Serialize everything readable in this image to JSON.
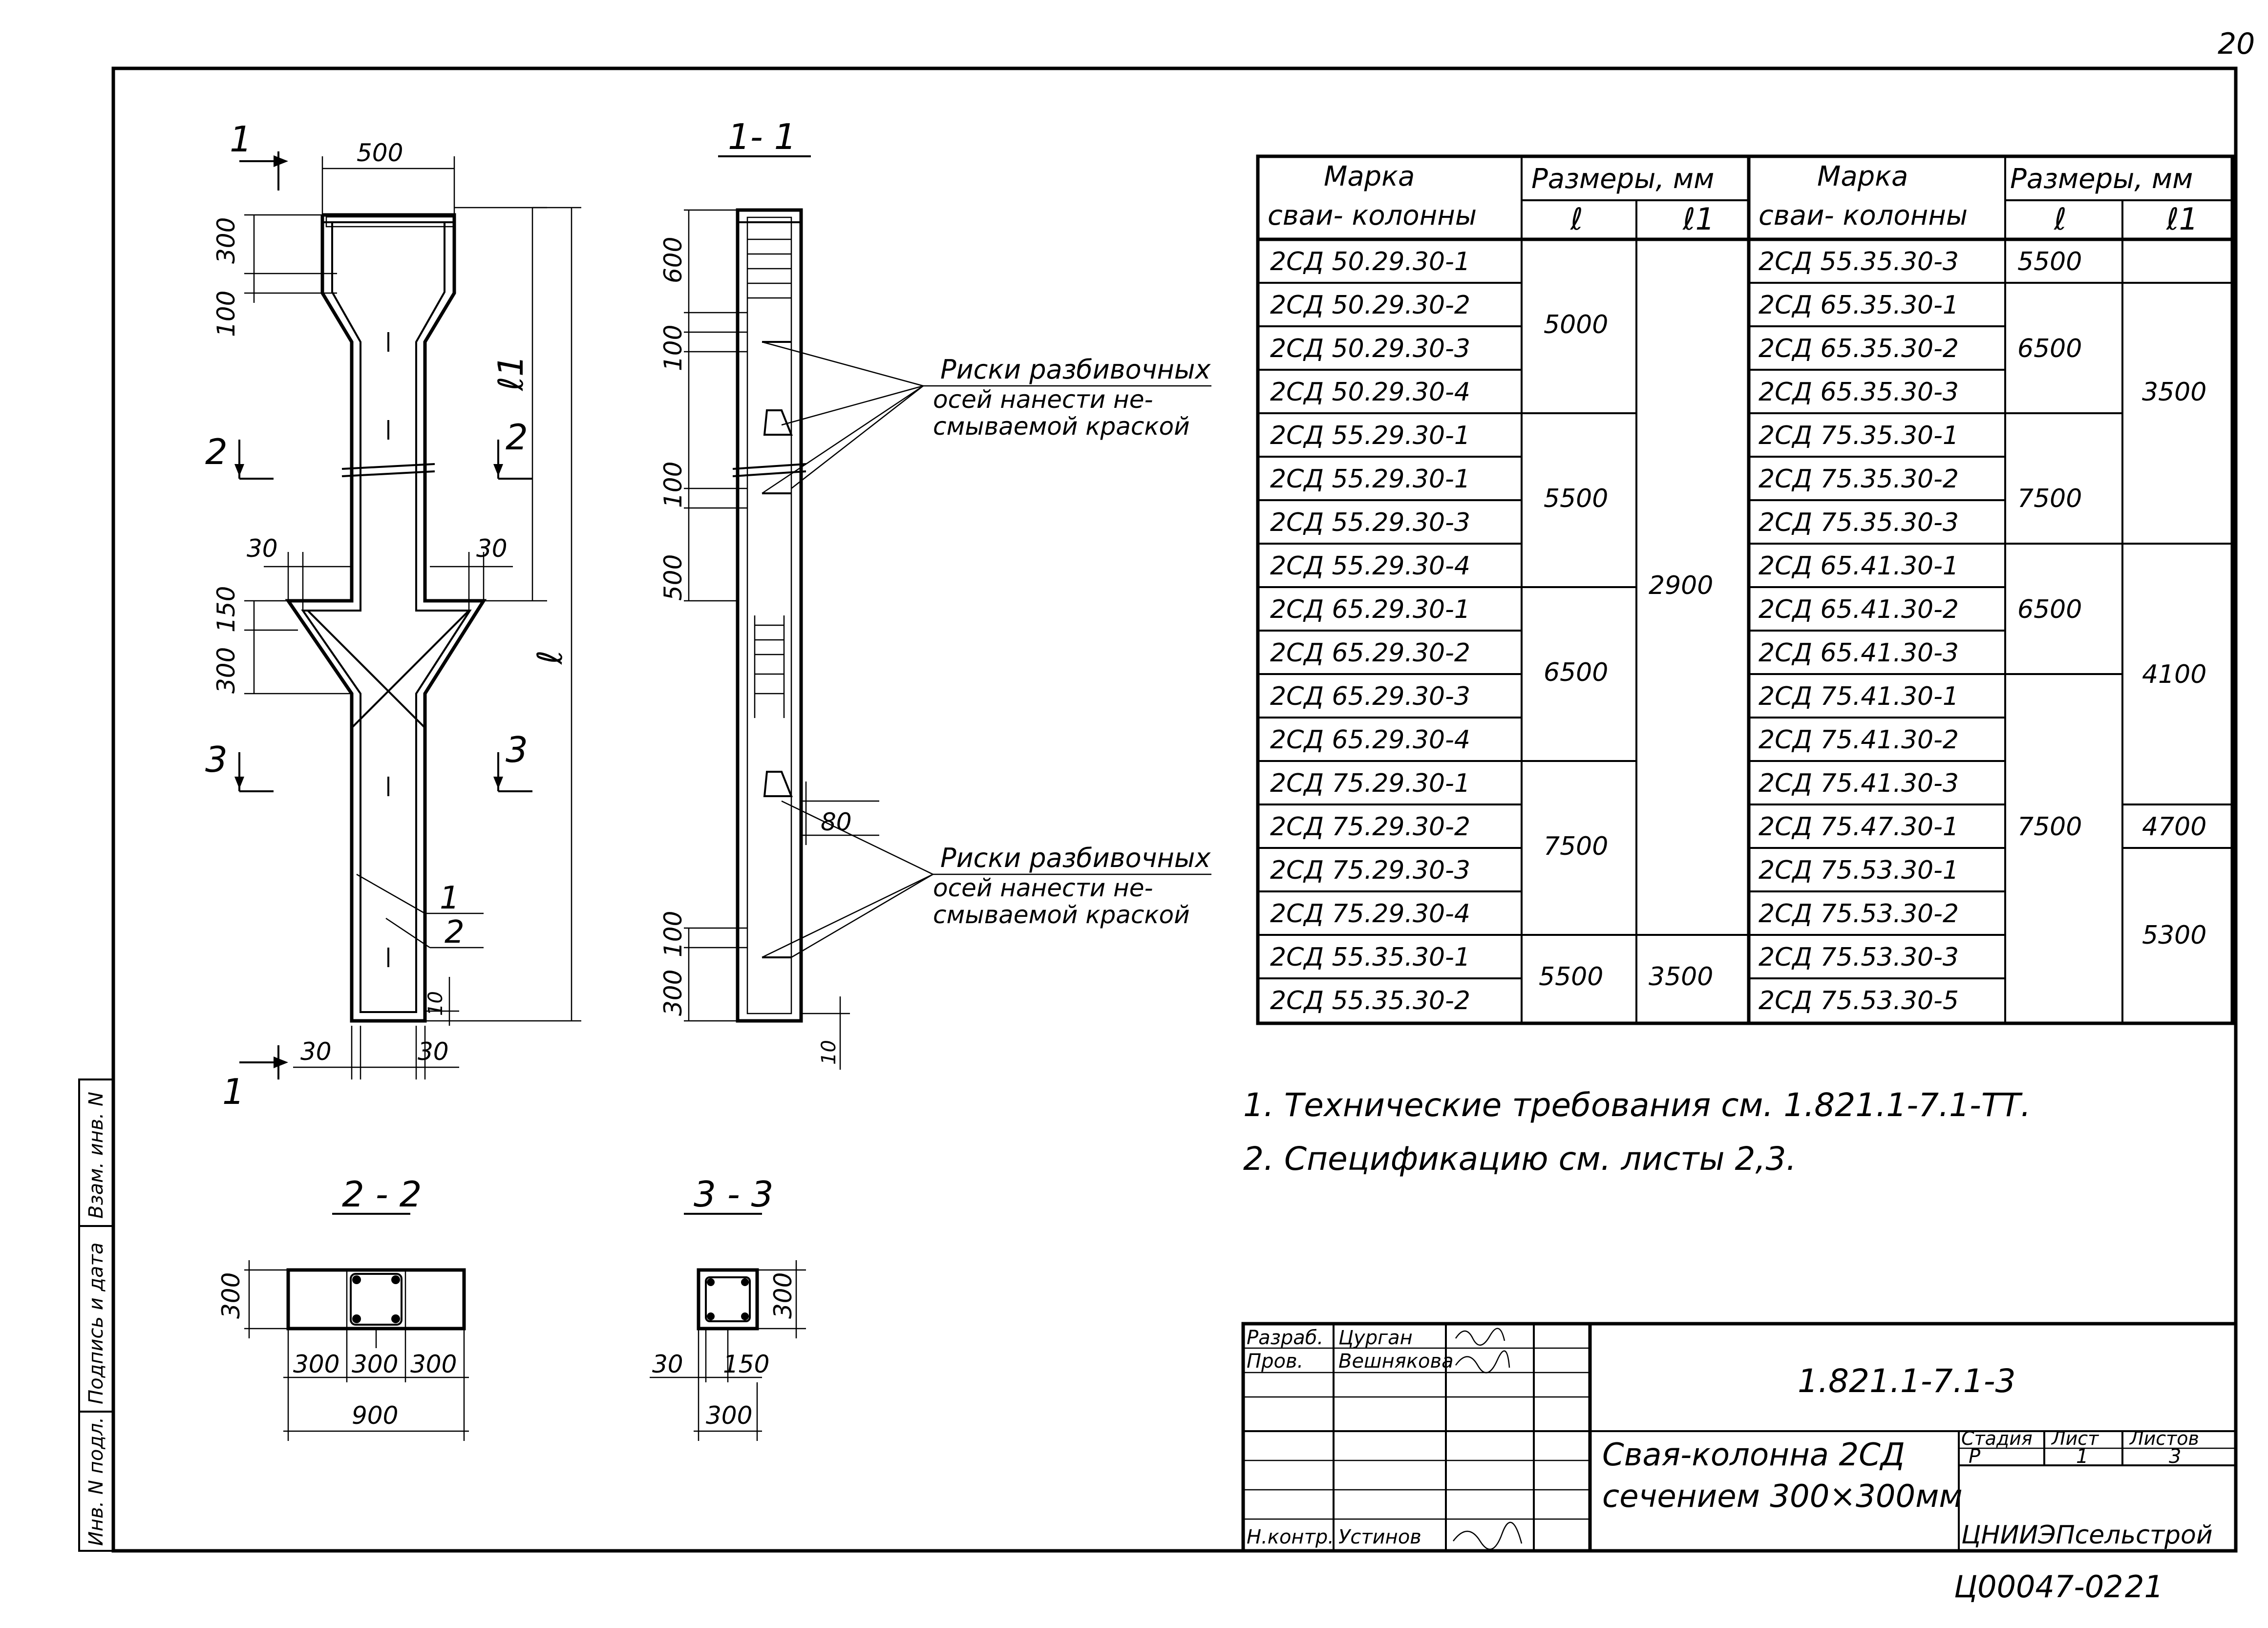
{
  "page_number": "20",
  "bottom_code": "Ц00047-02",
  "bottom_page": "21",
  "drawing": {
    "elevation": {
      "section_marks": [
        "1",
        "1",
        "2",
        "2",
        "3",
        "3"
      ],
      "dims": {
        "top_width": "500",
        "head_h": "300",
        "head_taper": "100",
        "bracket_left": "30",
        "bracket_right": "30",
        "bracket_150": "150",
        "bracket_300": "300",
        "bot_left": "30",
        "bot_right": "30",
        "bot_10": "10",
        "l_label": "ℓ",
        "l1_label": "ℓ1"
      },
      "callouts": [
        "1",
        "2"
      ]
    },
    "section_1_1": {
      "title": "1- 1",
      "dims": [
        "600",
        "100",
        "100",
        "500",
        "80",
        "300",
        "100",
        "10"
      ]
    },
    "notes_risk": [
      {
        "line1": "Риски разбивочных",
        "line2": "осей нанести не-",
        "line3": "смываемой краской"
      },
      {
        "line1": "Риски разбивочных",
        "line2": "осей нанести не-",
        "line3": "смываемой краской"
      }
    ],
    "section_2_2": {
      "title": "2 - 2",
      "dims": {
        "h": "300",
        "a": "300",
        "b": "300",
        "c": "300",
        "total": "900"
      }
    },
    "section_3_3": {
      "title": "3 - 3",
      "dims": {
        "h": "300",
        "a": "30",
        "b": "150",
        "total": "300"
      }
    }
  },
  "table": {
    "headers": {
      "mark": "Марка сваи- колонны",
      "mark_line1": "Марка",
      "mark_line2": "сваи- колонны",
      "sizes": "Размеры, мм",
      "l": "ℓ",
      "l1": "ℓ1"
    },
    "left_marks": [
      "2СД 50.29.30-1",
      "2СД 50.29.30-2",
      "2СД 50.29.30-3",
      "2СД 50.29.30-4",
      "2СД 55.29.30-1",
      "2СД 55.29.30-1",
      "2СД 55.29.30-3",
      "2СД 55.29.30-4",
      "2СД 65.29.30-1",
      "2СД 65.29.30-2",
      "2СД 65.29.30-3",
      "2СД 65.29.30-4",
      "2СД 75.29.30-1",
      "2СД 75.29.30-2",
      "2СД 75.29.30-3",
      "2СД 75.29.30-4",
      "2СД 55.35.30-1",
      "2СД 55.35.30-2"
    ],
    "left_l": [
      "5000",
      "5500",
      "6500",
      "7500",
      "5500"
    ],
    "left_l1": [
      "2900",
      "3500"
    ],
    "right_marks": [
      "2СД 55.35.30-3",
      "2СД 65.35.30-1",
      "2СД 65.35.30-2",
      "2СД 65.35.30-3",
      "2СД 75.35.30-1",
      "2СД 75.35.30-2",
      "2СД 75.35.30-3",
      "2СД 65.41.30-1",
      "2СД 65.41.30-2",
      "2СД 65.41.30-3",
      "2СД 75.41.30-1",
      "2СД 75.41.30-2",
      "2СД 75.41.30-3",
      "2СД 75.47.30-1",
      "2СД 75.53.30-1",
      "2СД 75.53.30-2",
      "2СД 75.53.30-3",
      "2СД 75.53.30-5"
    ],
    "right_l": [
      "5500",
      "6500",
      "7500",
      "6500",
      "7500"
    ],
    "right_l1": [
      "3500",
      "4100",
      "4700",
      "5300"
    ]
  },
  "notes": [
    "1. Технические требования см. 1.821.1-7.1-ТТ.",
    "2. Спецификацию см. листы 2,3."
  ],
  "side_stamp": [
    "Инв. N подл.",
    "Подпись и дата",
    "Взам. инв. N"
  ],
  "title_block": {
    "rows": [
      {
        "role": "Разраб.",
        "name": "Цурган"
      },
      {
        "role": "Пров.",
        "name": "Вешнякова"
      },
      {
        "role": "Н.контр.",
        "name": "Устинов"
      }
    ],
    "code": "1.821.1-7.1-3",
    "title_line1": "Свая-колонна 2СД",
    "title_line2": "сечением 300×300мм",
    "stage_label": "Стадия",
    "sheet_label": "Лист",
    "sheets_label": "Листов",
    "stage": "Р",
    "sheet": "1",
    "sheets": "3",
    "org": "ЦНИИЭПсельстрой"
  }
}
